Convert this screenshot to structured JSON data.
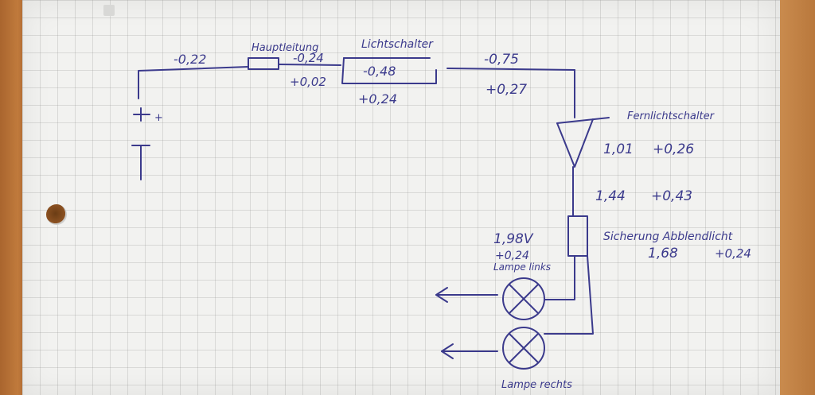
{
  "labels": {
    "hauptleitung": "Hauptleitung",
    "lichtschalter": "Lichtschalter",
    "fernlichtschalter": "Fernlichtschalter",
    "sicherung_abblendlicht": "Sicherung Abblendlicht",
    "lampe_links": "Lampe links",
    "lampe_rechts": "Lampe rechts",
    "plus": "+"
  },
  "readings": {
    "r1": "-0,22",
    "r2": "-0,24",
    "r3": "+0,02",
    "r4": "-0,48",
    "r5": "+0,24",
    "r6": "-0,75",
    "r7": "+0,27",
    "r8": "1,01",
    "r9": "+0,26",
    "r10": "1,44",
    "r11": "+0,43",
    "r12": "1,98V",
    "r13": "+0,24",
    "r14": "1,68",
    "r15": "+0,24"
  }
}
